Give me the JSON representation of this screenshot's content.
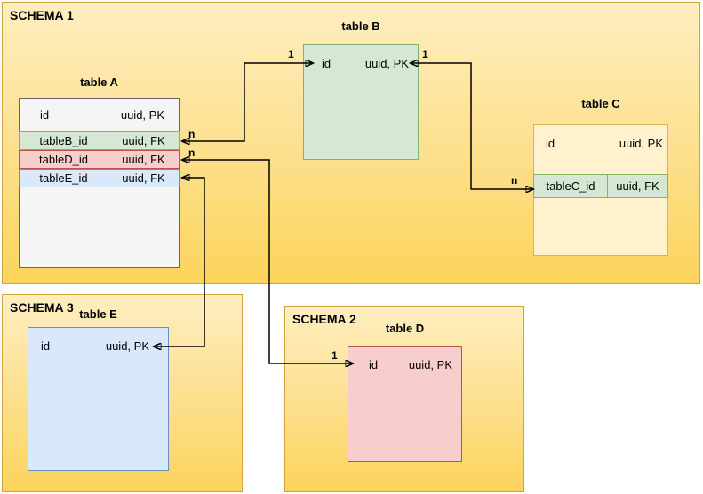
{
  "schemas": {
    "s1": {
      "name": "SCHEMA 1"
    },
    "s2": {
      "name": "SCHEMA 2"
    },
    "s3": {
      "name": "SCHEMA 3"
    }
  },
  "tables": {
    "a": {
      "title": "table A",
      "rows": [
        {
          "name": "id",
          "type": "uuid, PK"
        },
        {
          "name": "tableB_id",
          "type": "uuid, FK"
        },
        {
          "name": "tableD_id",
          "type": "uuid, FK"
        },
        {
          "name": "tableE_id",
          "type": "uuid, FK"
        }
      ]
    },
    "b": {
      "title": "table B",
      "rows": [
        {
          "name": "id",
          "type": "uuid, PK"
        }
      ]
    },
    "c": {
      "title": "table C",
      "rows": [
        {
          "name": "id",
          "type": "uuid, PK"
        },
        {
          "name": "tableC_id",
          "type": "uuid, FK"
        }
      ]
    },
    "d": {
      "title": "table D",
      "rows": [
        {
          "name": "id",
          "type": "uuid, PK"
        }
      ]
    },
    "e": {
      "title": "table E",
      "rows": [
        {
          "name": "id",
          "type": "uuid, PK"
        }
      ]
    }
  },
  "relations": [
    {
      "from": "table A.tableB_id",
      "to": "table B.id",
      "from_card": "n",
      "to_card": "1"
    },
    {
      "from": "table A.tableD_id",
      "to": "table D.id",
      "from_card": "n",
      "to_card": "1"
    },
    {
      "from": "table A.tableE_id",
      "to": "table E.id",
      "from_card": "",
      "to_card": ""
    },
    {
      "from": "table C.tableC_id",
      "to": "table B.id",
      "from_card": "n",
      "to_card": "1"
    }
  ],
  "colors": {
    "schema_gradient_top": "#FEEEC0",
    "schema_gradient_bottom": "#FCD45C",
    "schema_border": "#D2A53C",
    "green_fill": "#D5E8D4",
    "green_border": "#82B366",
    "red_fill": "#F8CECC",
    "red_border": "#B85450",
    "blue_fill": "#DAE8FC",
    "blue_border": "#6C8EBF",
    "cream_fill": "#FFF2CC",
    "cream_border": "#D6B656",
    "gray_fill": "#F5F5F5",
    "gray_border": "#666666",
    "connector": "#000000"
  }
}
